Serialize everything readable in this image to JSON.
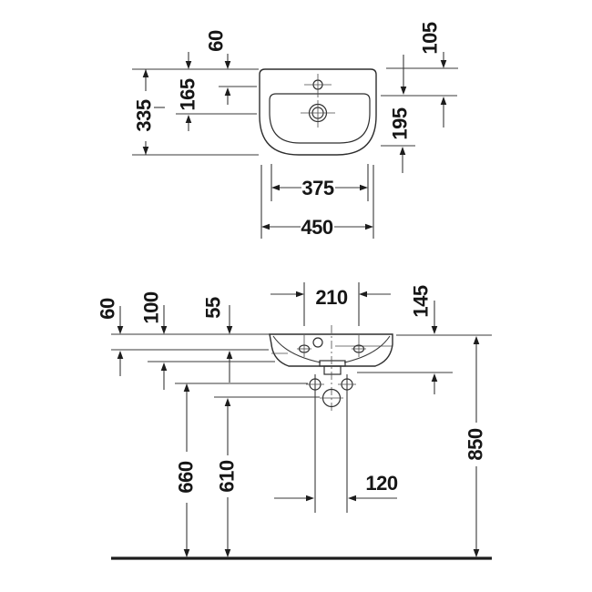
{
  "drawing": {
    "background": "#ffffff",
    "line_color": "#3a3a3a",
    "text_color": "#161616",
    "plan_view": {
      "labels": {
        "total_depth": "335",
        "drain_from_back": "165",
        "tap_from_back": "60",
        "back_section_depth": "105",
        "bowl_front_depth": "195",
        "bowl_width": "375",
        "total_width": "450"
      }
    },
    "front_view": {
      "labels": {
        "rim_to_underside": "60",
        "rim_to_apron": "100",
        "rim_to_fixing": "55",
        "tap_hole_spacing": "210",
        "body_height": "145",
        "rim_height": "850",
        "fixing_height": "660",
        "outlet_height": "610",
        "outlet_spacing": "120"
      }
    }
  }
}
